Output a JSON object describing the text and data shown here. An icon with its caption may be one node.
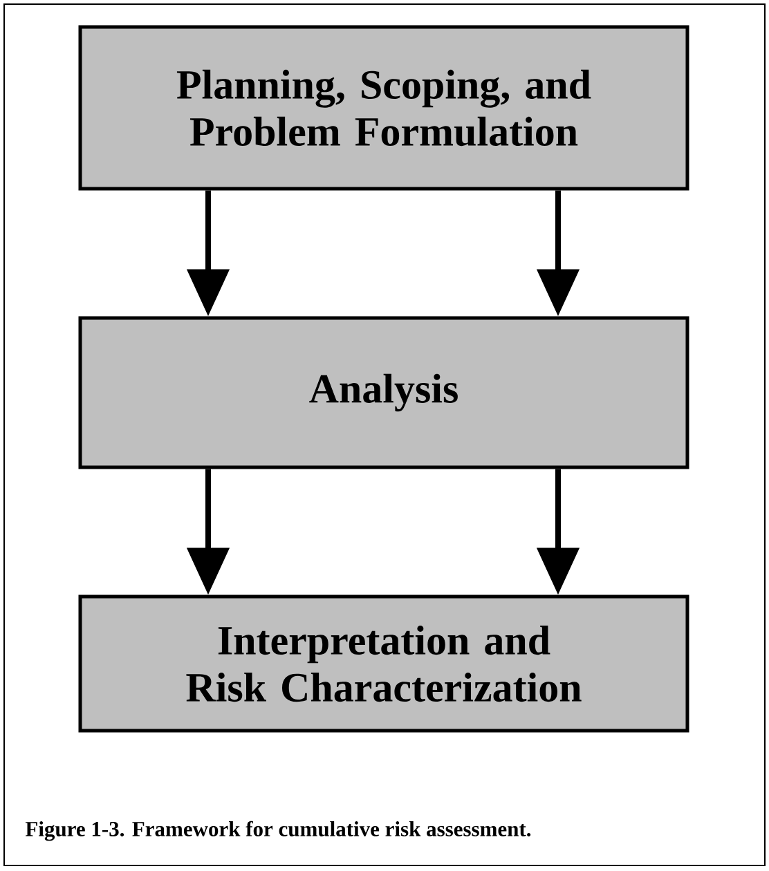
{
  "diagram": {
    "caption": "Figure 1-3. Framework for cumulative risk assessment.",
    "nodes": [
      {
        "text": [
          "Planning, Scoping, and Problem Formulation"
        ]
      },
      {
        "text": [
          "Analysis"
        ]
      },
      {
        "text": [
          "Interpretation and Risk Characterization"
        ]
      }
    ],
    "edges": [
      {
        "from": 0,
        "to": 1,
        "arrow": "to"
      },
      {
        "from": 0,
        "to": 1,
        "arrow": "to"
      },
      {
        "from": 1,
        "to": 2,
        "arrow": "to"
      },
      {
        "from": 1,
        "to": 2,
        "arrow": "to"
      }
    ]
  }
}
